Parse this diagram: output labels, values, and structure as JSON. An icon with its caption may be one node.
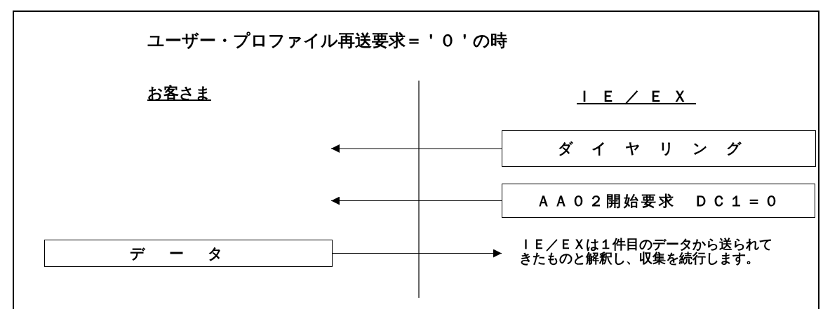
{
  "diagram": {
    "title": "ユーザー・プロファイル再送要求＝＇０＇の時",
    "nodes": [
      {
        "text": [
          "ダイヤリング"
        ]
      },
      {
        "text": [
          "ＡＡ０２開始要求　ＤＣ１＝０"
        ]
      },
      {
        "text": [
          "データ"
        ]
      },
      {
        "text": [
          "ＩＥ／ＥＸは１件目のデータから送られてきたものと解釈し、収集を続行します。"
        ]
      }
    ],
    "edges": [
      {
        "from": 0,
        "to": null,
        "arrow": "to"
      },
      {
        "from": 1,
        "to": null,
        "arrow": "to"
      },
      {
        "from": 2,
        "to": 3,
        "arrow": "to"
      }
    ],
    "labels": [
      "お客さま",
      "ＩＥ／ＥＸ"
    ]
  }
}
